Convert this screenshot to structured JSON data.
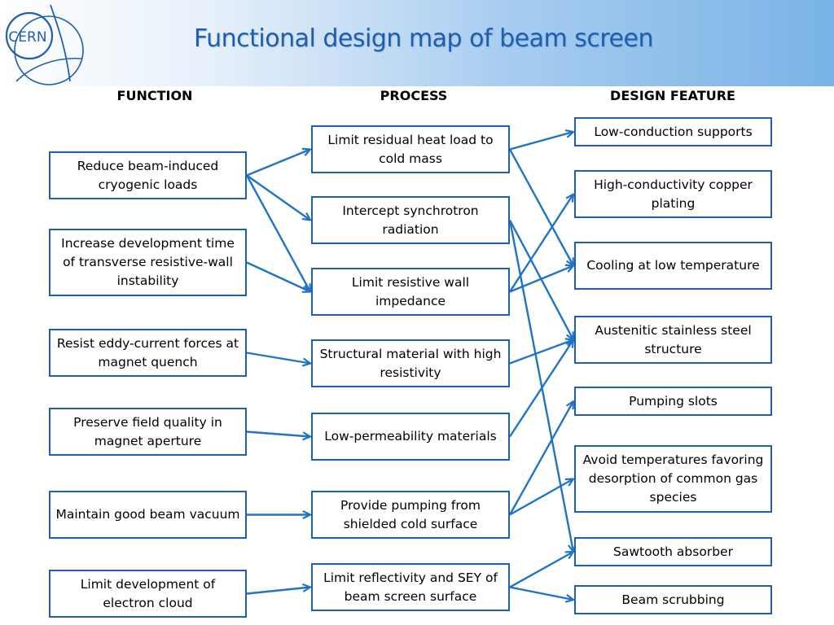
{
  "title": "Functional design map of beam screen",
  "logo": {
    "text": "CERN",
    "icon": "cern-logo-icon"
  },
  "columns": {
    "function": "FUNCTION",
    "process": "PROCESS",
    "feature": "DESIGN FEATURE"
  },
  "functions": [
    "Reduce beam-induced cryogenic loads",
    "Increase development time of transverse resistive-wall instability",
    "Resist eddy-current forces at magnet quench",
    "Preserve field quality in magnet aperture",
    "Maintain good beam vacuum",
    "Limit development of electron cloud"
  ],
  "processes": [
    "Limit residual heat load to cold mass",
    "Intercept synchrotron radiation",
    "Limit resistive wall impedance",
    "Structural material with high resistivity",
    "Low-permeability materials",
    "Provide pumping from shielded cold surface",
    "Limit reflectivity and SEY of beam screen surface"
  ],
  "features": [
    "Low-conduction supports",
    "High-conductivity copper plating",
    "Cooling at low temperature",
    "Austenitic stainless steel structure",
    "Pumping slots",
    "Avoid temperatures favoring desorption of common gas species",
    "Sawtooth absorber",
    "Beam scrubbing"
  ],
  "links": [
    [
      "f0",
      "p0"
    ],
    [
      "f0",
      "p1"
    ],
    [
      "f0",
      "p2"
    ],
    [
      "f1",
      "p2"
    ],
    [
      "f2",
      "p3"
    ],
    [
      "f3",
      "p4"
    ],
    [
      "f4",
      "p5"
    ],
    [
      "f5",
      "p6"
    ],
    [
      "p0",
      "d0"
    ],
    [
      "p0",
      "d2"
    ],
    [
      "p1",
      "d3"
    ],
    [
      "p1",
      "d6"
    ],
    [
      "p2",
      "d1"
    ],
    [
      "p2",
      "d2"
    ],
    [
      "p3",
      "d3"
    ],
    [
      "p4",
      "d3"
    ],
    [
      "p5",
      "d4"
    ],
    [
      "p5",
      "d5"
    ],
    [
      "p6",
      "d6"
    ],
    [
      "p6",
      "d7"
    ]
  ],
  "colors": {
    "border": "#1f5fad",
    "arrow": "#1f74c8",
    "title": "#1a5fb4"
  }
}
